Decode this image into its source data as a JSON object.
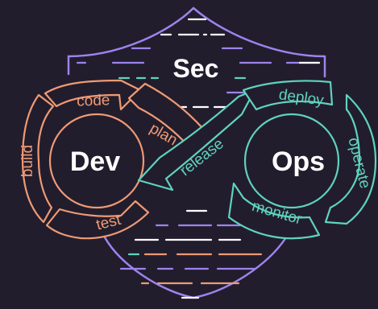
{
  "diagram": {
    "shield_label": "Sec",
    "left_loop_label": "Dev",
    "right_loop_label": "Ops",
    "dev_steps": {
      "plan": "plan",
      "code": "code",
      "build": "build",
      "test": "test"
    },
    "ops_steps": {
      "release": "release",
      "deploy": "deploy",
      "operate": "operate",
      "monitor": "monitor"
    },
    "colors": {
      "background": "#221d2d",
      "dev": "#ef9a74",
      "ops": "#5fd3bd",
      "sec": "#9c84ec",
      "text": "#ffffff"
    }
  }
}
